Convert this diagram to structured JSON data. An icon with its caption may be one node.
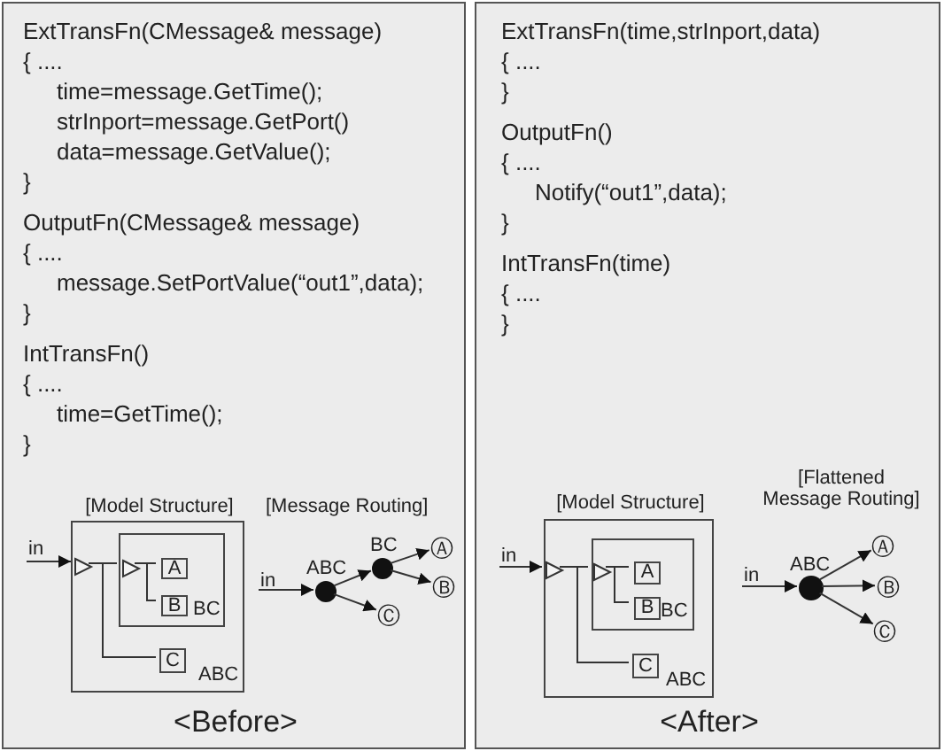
{
  "diagram": {
    "nodes": [
      {
        "text": [
          "<Before>"
        ]
      },
      {
        "text": [
          "in"
        ],
        "in": 0
      },
      {
        "text": [
          "[Model Structure]",
          "ABC"
        ],
        "in": 0
      },
      {
        "text": [],
        "shape": "triangle",
        "in": 2
      },
      {
        "text": [
          "BC"
        ],
        "in": 2
      },
      {
        "text": [],
        "shape": "triangle",
        "in": 4
      },
      {
        "text": [
          "A"
        ],
        "in": 4
      },
      {
        "text": [
          "B"
        ],
        "in": 4
      },
      {
        "text": [
          "C"
        ],
        "in": 2
      },
      {
        "text": [
          "in"
        ],
        "in": 0
      },
      {
        "text": [],
        "shape": "circle",
        "beside": [
          "ABC"
        ],
        "in": 0
      },
      {
        "text": [],
        "shape": "circle",
        "beside": [
          "BC"
        ],
        "in": 0
      },
      {
        "text": [
          "Ⓐ"
        ],
        "in": 0
      },
      {
        "text": [
          "Ⓑ"
        ],
        "in": 0
      },
      {
        "text": [
          "Ⓒ"
        ],
        "in": 0
      },
      {
        "text": [
          "<After>"
        ]
      },
      {
        "text": [
          "in"
        ],
        "in": 15
      },
      {
        "text": [
          "[Model Structure]",
          "ABC"
        ],
        "in": 15
      },
      {
        "text": [],
        "shape": "triangle",
        "in": 17
      },
      {
        "text": [
          "BC"
        ],
        "in": 17
      },
      {
        "text": [],
        "shape": "triangle",
        "in": 19
      },
      {
        "text": [
          "A"
        ],
        "in": 19
      },
      {
        "text": [
          "B"
        ],
        "in": 19
      },
      {
        "text": [
          "C"
        ],
        "in": 17
      },
      {
        "text": [
          "in"
        ],
        "in": 15
      },
      {
        "text": [],
        "shape": "circle",
        "beside": [
          "ABC"
        ],
        "in": 15
      },
      {
        "text": [
          "Ⓐ"
        ],
        "in": 15
      },
      {
        "text": [
          "Ⓑ"
        ],
        "in": 15
      },
      {
        "text": [
          "Ⓒ"
        ],
        "in": 15
      }
    ],
    "edges": [
      {
        "from": 1,
        "to": 3,
        "arrow": "to"
      },
      {
        "from": 3,
        "to": 5,
        "arrow": "none"
      },
      {
        "from": 3,
        "to": 8,
        "arrow": "none"
      },
      {
        "from": 5,
        "to": 6,
        "arrow": "none"
      },
      {
        "from": 5,
        "to": 7,
        "arrow": "none"
      },
      {
        "from": 9,
        "to": 10,
        "arrow": "to"
      },
      {
        "from": 10,
        "to": 11,
        "arrow": "to"
      },
      {
        "from": 10,
        "to": 14,
        "arrow": "to"
      },
      {
        "from": 11,
        "to": 12,
        "arrow": "to"
      },
      {
        "from": 11,
        "to": 13,
        "arrow": "to"
      },
      {
        "from": 16,
        "to": 18,
        "arrow": "to"
      },
      {
        "from": 18,
        "to": 20,
        "arrow": "none"
      },
      {
        "from": 18,
        "to": 23,
        "arrow": "none"
      },
      {
        "from": 20,
        "to": 21,
        "arrow": "none"
      },
      {
        "from": 20,
        "to": 22,
        "arrow": "none"
      },
      {
        "from": 24,
        "to": 25,
        "arrow": "to"
      },
      {
        "from": 25,
        "to": 26,
        "arrow": "to"
      },
      {
        "from": 25,
        "to": 27,
        "arrow": "to"
      },
      {
        "from": 25,
        "to": 28,
        "arrow": "to"
      }
    ],
    "labels": [
      "ExtTransFn(CMessage& message)",
      "{ ....",
      "time=message.GetTime();",
      "strInport=message.GetPort()",
      "data=message.GetValue();",
      "}",
      "OutputFn(CMessage& message)",
      "{ ....",
      "message.SetPortValue(“out1”,data);",
      "}",
      "IntTransFn()",
      "{ ....",
      "time=GetTime();",
      "}",
      "[Message Routing]",
      "ExtTransFn(time,strInport,data)",
      "{ ....",
      "}",
      "OutputFn()",
      "{ ....",
      "Notify(“out1”,data);",
      "}",
      "IntTransFn(time)",
      "{ ....",
      "}",
      "[Flattened Message Routing]"
    ]
  }
}
